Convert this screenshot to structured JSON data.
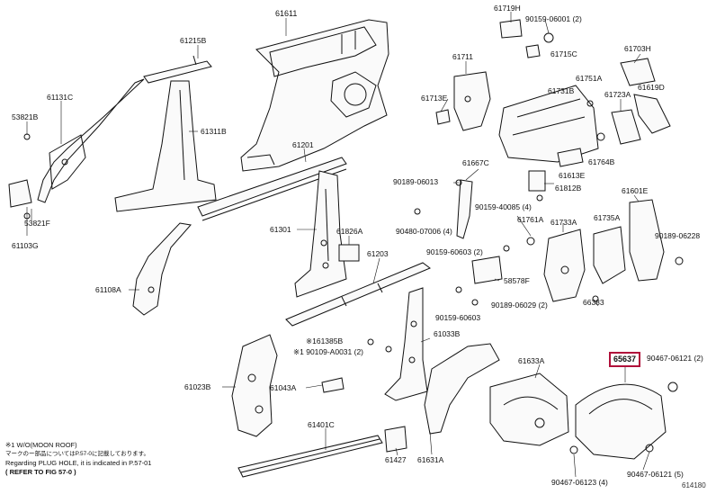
{
  "labels": {
    "p61611": "61611",
    "p61215B": "61215B",
    "p61131C": "61131C",
    "p53821B": "53821B",
    "p61311B": "61311B",
    "p53821F": "53821F",
    "p61103G": "61103G",
    "p61201": "61201",
    "p61301": "61301",
    "p61826A": "61826A",
    "p61108A": "61108A",
    "p61203": "61203",
    "p61385B": "※161385B",
    "p90109": "※1 90109-A0031 (2)",
    "p61023B": "61023B",
    "p61043A": "61043A",
    "p61033B": "61033B",
    "p61401C": "61401C",
    "p61427": "61427",
    "p61631A": "61631A",
    "p61719H": "61719H",
    "p90159_06001": "90159-06001 (2)",
    "p61715C": "61715C",
    "p61711": "61711",
    "p61713E": "61713E",
    "p61751A": "61751A",
    "p61731B": "61731B",
    "p61703H": "61703H",
    "p61619D": "61619D",
    "p61723A": "61723A",
    "p61764B": "61764B",
    "p61613E": "61613E",
    "p61812B": "61812B",
    "p61667C": "61667C",
    "p90189_06013": "90189-06013",
    "p90159_40085": "90159-40085 (4)",
    "p90480_07006": "90480-07006 (4)",
    "p61761A": "61761A",
    "p61733A": "61733A",
    "p61735A": "61735A",
    "p61601E": "61601E",
    "p90189_06228": "90189-06228",
    "p90159_60603_2": "90159-60603 (2)",
    "p58578F": "58578F",
    "p66383": "66383",
    "p90189_06029": "90189-06029 (2)",
    "p90159_60603": "90159-60603",
    "p61633A": "61633A",
    "p65637": "65637",
    "p90467_06121_2": "90467-06121 (2)",
    "p90467_06123": "90467-06123 (4)",
    "p90467_06121_5": "90467-06121 (5)"
  },
  "note": {
    "line1": "※1 W/O(MOON ROOF)",
    "line2": "マークのー部品についてはP.57-0に記載しております。",
    "line3": "Regarding PLUG HOLE, it is indicated in P.57-01",
    "line4": "( REFER TO FIG 57-0 )"
  },
  "figure_code": "614180",
  "colors": {
    "highlight": "#b0103a",
    "line": "#111111",
    "background": "#ffffff"
  }
}
